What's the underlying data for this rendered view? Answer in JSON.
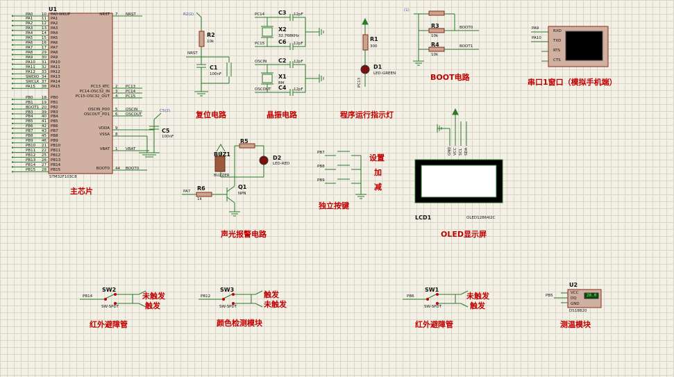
{
  "mcu": {
    "ref": "U1",
    "part": "STM32F103C8",
    "left_pins": [
      {
        "net": "PA0",
        "num": "10",
        "name": "PA0-WKUP"
      },
      {
        "net": "PA1",
        "num": "11",
        "name": "PA1"
      },
      {
        "net": "PA2",
        "num": "12",
        "name": "PA2"
      },
      {
        "net": "PA3",
        "num": "13",
        "name": "PA3"
      },
      {
        "net": "PA4",
        "num": "14",
        "name": "PA4"
      },
      {
        "net": "PA5",
        "num": "15",
        "name": "PA5"
      },
      {
        "net": "PA6",
        "num": "16",
        "name": "PA6"
      },
      {
        "net": "PA7",
        "num": "17",
        "name": "PA7"
      },
      {
        "net": "PA8",
        "num": "29",
        "name": "PA8"
      },
      {
        "net": "PA9",
        "num": "30",
        "name": "PA9"
      },
      {
        "net": "PA10",
        "num": "31",
        "name": "PA10"
      },
      {
        "net": "PA11",
        "num": "32",
        "name": "PA11"
      },
      {
        "net": "PA12",
        "num": "33",
        "name": "PA12"
      },
      {
        "net": "SWDIO",
        "num": "34",
        "name": "PA13"
      },
      {
        "net": "SWCLK",
        "num": "37",
        "name": "PA14"
      },
      {
        "net": "PA15",
        "num": "38",
        "name": "PA15"
      },
      {
        "net": "PB0",
        "num": "18",
        "name": "PB0"
      },
      {
        "net": "PB1",
        "num": "19",
        "name": "PB1"
      },
      {
        "net": "BOOT1",
        "num": "20",
        "name": "PB2"
      },
      {
        "net": "PB3",
        "num": "39",
        "name": "PB3"
      },
      {
        "net": "PB4",
        "num": "40",
        "name": "PB4"
      },
      {
        "net": "PB5",
        "num": "41",
        "name": "PB5"
      },
      {
        "net": "PB6",
        "num": "42",
        "name": "PB6"
      },
      {
        "net": "PB7",
        "num": "43",
        "name": "PB7"
      },
      {
        "net": "PB8",
        "num": "45",
        "name": "PB8"
      },
      {
        "net": "PB9",
        "num": "46",
        "name": "PB9"
      },
      {
        "net": "PB10",
        "num": "21",
        "name": "PB10"
      },
      {
        "net": "PB11",
        "num": "22",
        "name": "PB11"
      },
      {
        "net": "PB12",
        "num": "25",
        "name": "PB12"
      },
      {
        "net": "PB13",
        "num": "26",
        "name": "PB13"
      },
      {
        "net": "PB14",
        "num": "27",
        "name": "PB14"
      },
      {
        "net": "PB15",
        "num": "28",
        "name": "PB15"
      }
    ],
    "right_pins": [
      {
        "net": "NRST",
        "num": "7",
        "name": "NRST"
      },
      {
        "net": "PC13",
        "num": "2",
        "name": "PC13_RTC"
      },
      {
        "net": "PC14",
        "num": "3",
        "name": "PC14-OSC32_IN"
      },
      {
        "net": "PC15",
        "num": "4",
        "name": "PC15-OSC32_OUT"
      },
      {
        "net": "OSCIN",
        "num": "5",
        "name": "OSCIN_PD0"
      },
      {
        "net": "OSCOUT",
        "num": "6",
        "name": "OSCOUT_PD1"
      },
      {
        "net": "",
        "num": "9",
        "name": "VDDA"
      },
      {
        "net": "",
        "num": "8",
        "name": "VSSA"
      },
      {
        "net": "VBAT",
        "num": "1",
        "name": "VBAT"
      },
      {
        "net": "BOOT0",
        "num": "44",
        "name": "BOOT0"
      }
    ],
    "c5": {
      "ref": "C5",
      "val": "100nF",
      "probe": "C5(2)"
    }
  },
  "reset": {
    "r2": "R2",
    "r2_val": "10k",
    "c1": "C1",
    "c1_val": "100nF",
    "net": "NRST",
    "probe": "R2(2)"
  },
  "crystal": {
    "c3": "C3",
    "c3_val": "12pF",
    "c6": "C6",
    "c6_val": "12pF",
    "x2": "X2",
    "x2_val": "32.768KHz",
    "c2": "C2",
    "c2_val": "12pF",
    "c4": "C4",
    "c4_val": "12pF",
    "x1": "X1",
    "x1_val": "8M",
    "n1": "PC14",
    "n2": "PC15",
    "n3": "OSCIN",
    "n4": "OSCOUT"
  },
  "led": {
    "r1": "R1",
    "r1_val": "300",
    "d1": "D1",
    "d1_val": "LED-GREEN",
    "net": "PC13"
  },
  "boot": {
    "r3": "R3",
    "r3_val": "10k",
    "r4": "R4",
    "r4_val": "10k",
    "n1": "BOOT0",
    "n2": "BOOT1",
    "probe": "(1)"
  },
  "uart": {
    "pins": [
      "RXD",
      "TXD",
      "RTS",
      "CTS"
    ],
    "n1": "PA9",
    "n2": "PA10"
  },
  "alarm": {
    "buz": "BUZ1",
    "buz_val": "BUZZER",
    "r5": "R5",
    "d2": "D2",
    "d2_val": "LED-RED",
    "r6": "R6",
    "r6_val": "1k",
    "q1": "Q1",
    "q1_val": "NPN",
    "net": "PA7"
  },
  "keys": {
    "n1": "PB7",
    "n2": "PB8",
    "n3": "PB9",
    "k1": "设置",
    "k2": "加",
    "k3": "减"
  },
  "oled": {
    "ref": "LCD1",
    "part": "OLED12864I2C",
    "pins": [
      "GND",
      "VCC",
      "SCL",
      "SDA"
    ]
  },
  "sw2": {
    "ref": "SW2",
    "part": "SW-SPDT",
    "net": "PB14",
    "t1": "未触发",
    "t2": "触发"
  },
  "sw3": {
    "ref": "SW3",
    "part": "SW-SPDT",
    "net": "PB12",
    "t1": "触发",
    "t2": "未触发"
  },
  "sw1": {
    "ref": "SW1",
    "part": "SW-SPDT",
    "net": "PB6",
    "t1": "未触发",
    "t2": "触发"
  },
  "ds": {
    "ref": "U2",
    "part": "DS18B20",
    "net": "PB5",
    "p1": "VCC",
    "p2": "DQ",
    "p3": "GND",
    "reading": "26.0"
  },
  "titles": {
    "mcu": "主芯片",
    "reset": "复位电路",
    "crystal": "晶振电路",
    "led": "程序运行指示灯",
    "boot": "BOOT电路",
    "uart": "串口1窗口（模拟手机端）",
    "alarm": "声光报警电路",
    "keys": "独立按键",
    "oled": "OLED显示屏",
    "ir1": "红外避障管",
    "color": "颜色检测模块",
    "ir2": "红外避障管",
    "temp": "测温模块"
  },
  "colors": {
    "wire": "#2a7a2a",
    "body": "#c9a58e",
    "bodyline": "#8b2c1e",
    "title": "#c00000"
  }
}
